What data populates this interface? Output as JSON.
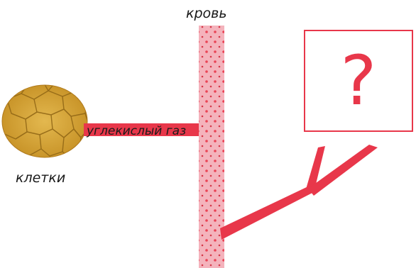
{
  "labels": {
    "blood": "кровь",
    "co2": "углекислый газ",
    "cells": "клетки"
  },
  "question": {
    "symbol": "?"
  },
  "colors": {
    "accent_red": "#e8374a",
    "vessel_fill": "#f4b3bc",
    "cell_fill": "#d9a83a",
    "cell_border": "#a9781c"
  },
  "icons": {
    "cells": "cell-tissue-icon",
    "question": "question-mark-icon"
  }
}
